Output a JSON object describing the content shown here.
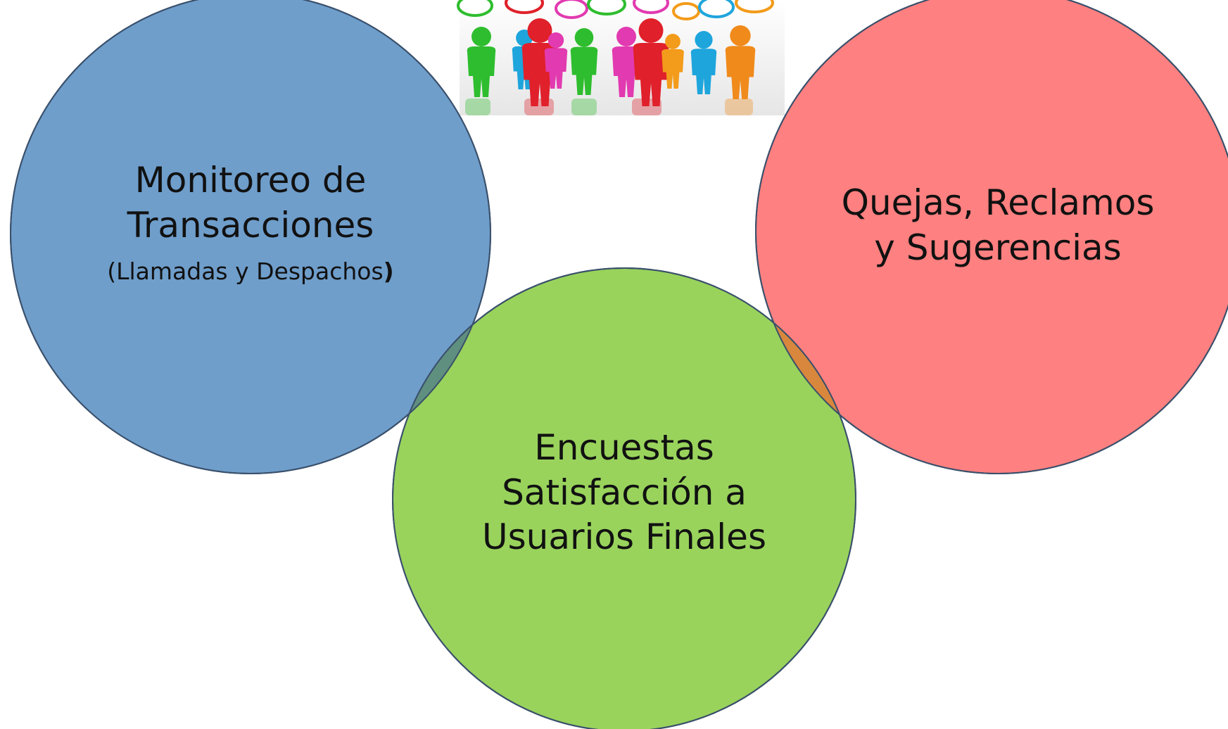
{
  "circles": {
    "monitoreo": {
      "title_line1": "Monitoreo de",
      "title_line2": "Transacciones",
      "subtitle_open": "(",
      "subtitle_text": "Llamadas y Despachos",
      "subtitle_close": ")",
      "fill": "#6f9ecb",
      "stroke": "#3a506b"
    },
    "quejas": {
      "title_line1": "Quejas, Reclamos",
      "title_line2": "y Sugerencias",
      "fill": "#fe8080",
      "stroke": "#3a506b"
    },
    "encuestas": {
      "title_line1": "Encuestas",
      "title_line2": "Satisfacción a",
      "title_line3": "Usuarios Finales",
      "fill": "#99d35c",
      "stroke": "#3a506b"
    }
  },
  "illustration": {
    "icon": "people-speech-bubbles-illustration",
    "figure_colors": [
      "#2ebd2e",
      "#1ea5dc",
      "#e0202a",
      "#e23ab0",
      "#2ebd2e",
      "#e23ab0",
      "#e0202a",
      "#f39b1a",
      "#1ea5dc",
      "#f08a1a"
    ]
  },
  "overlap_colors": {
    "blue_green": "#5f8f7f",
    "red_green": "#d9873d"
  }
}
